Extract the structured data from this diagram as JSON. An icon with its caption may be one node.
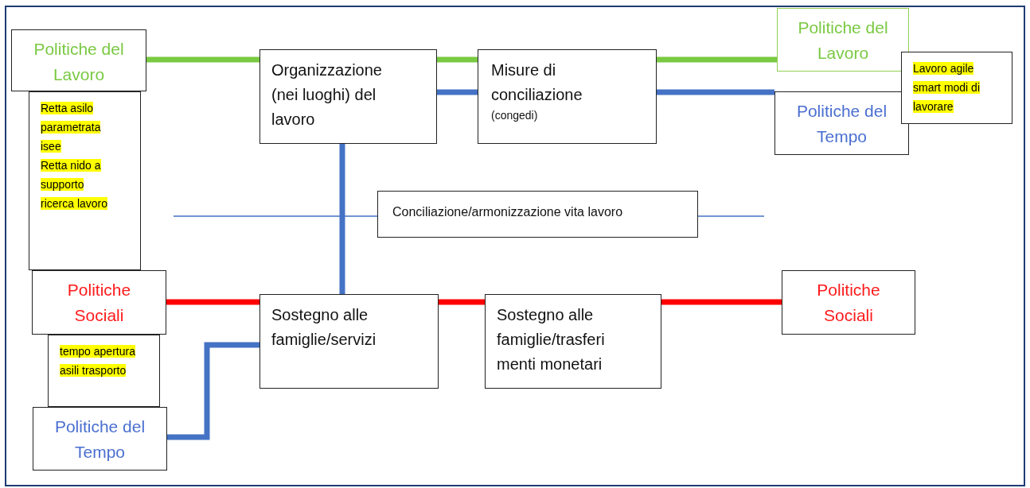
{
  "diagram": {
    "nodes": [
      {
        "text": [
          "Politiche del Lavoro"
        ]
      },
      {
        "text": [
          "Retta asilo parametrata isee",
          "Retta nido a supporto ricerca lavoro"
        ]
      },
      {
        "text": [
          "Organizzazione (nei luoghi) del lavoro"
        ]
      },
      {
        "text": [
          "Misure di conciliazione",
          "(congedi)"
        ]
      },
      {
        "text": [
          "Politiche del Lavoro"
        ]
      },
      {
        "text": [
          "Lavoro agile smart modi di lavorare"
        ]
      },
      {
        "text": [
          "Politiche del Tempo"
        ]
      },
      {
        "text": [
          "Conciliazione/armonizzazione vita lavoro"
        ]
      },
      {
        "text": [
          "Politiche Sociali"
        ]
      },
      {
        "text": [
          "tempo apertura asili trasporto"
        ]
      },
      {
        "text": [
          "Politiche del Tempo"
        ]
      },
      {
        "text": [
          "Sostegno alle famiglie/servizi"
        ]
      },
      {
        "text": [
          "Sostegno alle famiglie/trasferi menti monetari"
        ]
      },
      {
        "text": [
          "Politiche Sociali"
        ]
      }
    ],
    "edges": [
      {
        "from": 0,
        "to": 2,
        "arrow": "none",
        "color": "#7ac943"
      },
      {
        "from": 2,
        "to": 3,
        "arrow": "none",
        "color": "#7ac943"
      },
      {
        "from": 2,
        "to": 3,
        "arrow": "none",
        "color": "#4472c4"
      },
      {
        "from": 3,
        "to": 4,
        "arrow": "none",
        "color": "#7ac943"
      },
      {
        "from": 3,
        "to": 6,
        "arrow": "none",
        "color": "#4472c4"
      },
      {
        "from": 2,
        "to": 11,
        "arrow": "none",
        "color": "#4472c4"
      },
      {
        "from": null,
        "to": 7,
        "arrow": "none",
        "color": "#4472c4"
      },
      {
        "from": 7,
        "to": null,
        "arrow": "none",
        "color": "#4472c4"
      },
      {
        "from": 8,
        "to": 11,
        "arrow": "none",
        "color": "#ff0000"
      },
      {
        "from": 11,
        "to": 12,
        "arrow": "none",
        "color": "#ff0000"
      },
      {
        "from": 12,
        "to": 13,
        "arrow": "none",
        "color": "#ff0000"
      },
      {
        "from": 10,
        "to": 11,
        "arrow": "none",
        "color": "#4472c4"
      }
    ]
  }
}
